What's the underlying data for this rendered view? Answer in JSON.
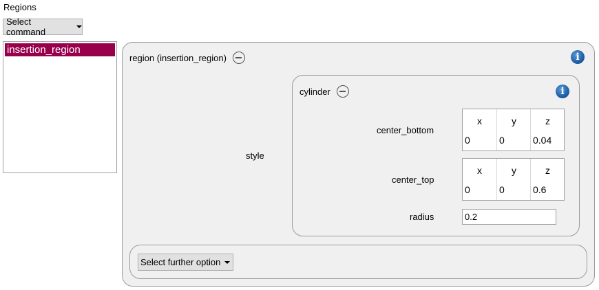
{
  "section": {
    "title": "Regions"
  },
  "command_select": {
    "label": "Select command"
  },
  "regions_list": {
    "items": [
      {
        "label": "insertion_region",
        "selected": true
      }
    ]
  },
  "region_panel": {
    "title": "region (insertion_region)",
    "style_label": "style",
    "cylinder": {
      "title": "cylinder",
      "center_bottom": {
        "label": "center_bottom",
        "headers": [
          "x",
          "y",
          "z"
        ],
        "values": [
          "0",
          "0",
          "0.04"
        ]
      },
      "center_top": {
        "label": "center_top",
        "headers": [
          "x",
          "y",
          "z"
        ],
        "values": [
          "0",
          "0",
          "0.6"
        ]
      },
      "radius": {
        "label": "radius",
        "value": "0.2"
      }
    },
    "further_option": {
      "label": "Select further option"
    }
  },
  "colors": {
    "selected_bg": "#99004c",
    "panel_bg": "#f0f0f0",
    "info_icon": "#1f5fa8"
  },
  "icons": {
    "collapse": "minus-circle-icon",
    "info": "info-icon",
    "dropdown": "caret-down-icon"
  }
}
